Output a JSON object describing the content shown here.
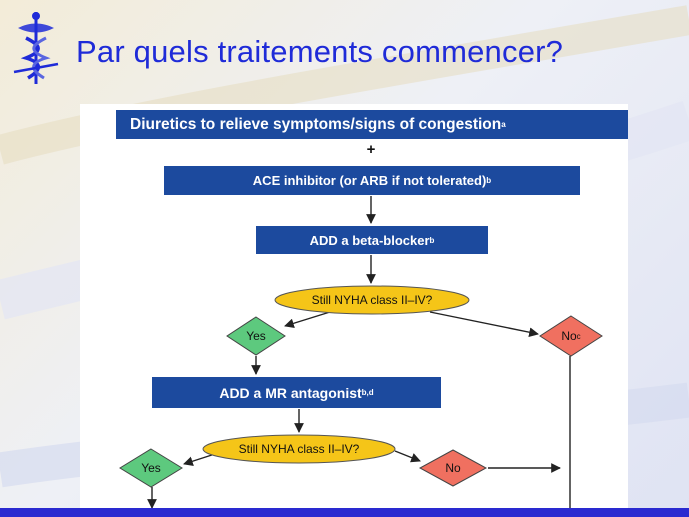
{
  "slide": {
    "title": "Par quels traitements commencer?"
  },
  "flowchart": {
    "step1": {
      "text": "Diuretics to relieve symptoms/signs of congestion",
      "sup": "a"
    },
    "plus": "+",
    "step2": {
      "text": "ACE inhibitor (or ARB if not tolerated)",
      "sup": "b"
    },
    "step3": {
      "text": "ADD a beta-blocker",
      "sup": "b"
    },
    "question1": "Still NYHA class II–IV?",
    "yes1": "Yes",
    "no1": {
      "text": "No",
      "sup": "c"
    },
    "step4": {
      "text": "ADD a MR antagonist",
      "sup": "b,d"
    },
    "question2": "Still NYHA class II–IV?",
    "yes2": "Yes",
    "no2": "No"
  },
  "colors": {
    "title": "#1f2bd8",
    "box": "#1c4a9e",
    "question": "#f5c518",
    "yes": "#5dc97e",
    "no": "#f07060",
    "bottom_bar": "#2a2ad0"
  }
}
